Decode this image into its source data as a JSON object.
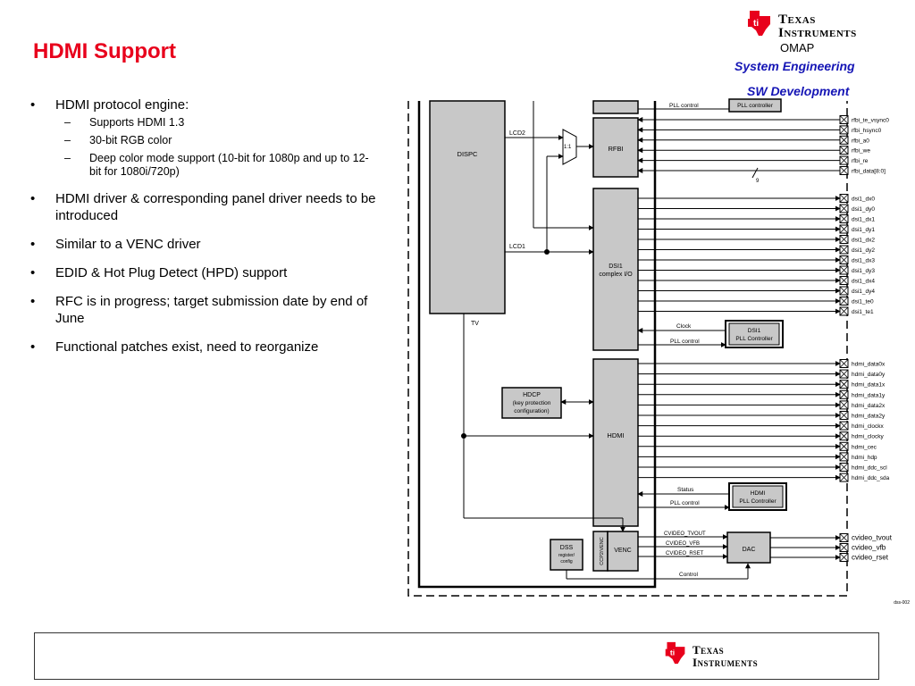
{
  "slide": {
    "title": "HDMI Support",
    "brand": {
      "line1": "Texas",
      "line2": "Instruments",
      "product": "OMAP"
    },
    "tagline1": "System Engineering",
    "tagline2": "SW Development",
    "bullets": [
      {
        "text": "HDMI protocol engine:",
        "sub": [
          "Supports HDMI 1.3",
          "30-bit RGB color",
          "Deep color mode support (10-bit for 1080p and up to 12-bit for 1080i/720p)"
        ]
      },
      {
        "text": "HDMI driver & corresponding panel driver needs to be introduced"
      },
      {
        "text": "Similar to a VENC driver"
      },
      {
        "text": "EDID  & Hot Plug Detect (HPD) support"
      },
      {
        "text": "RFC is in progress; target submission date by end of June"
      },
      {
        "text": "Functional patches exist, need to reorganize"
      }
    ],
    "footer_brand": {
      "line1": "Texas",
      "line2": "Instruments"
    }
  },
  "diagram": {
    "blocks": {
      "dispc": "DISPC",
      "rfbi": "RFBI",
      "dsi": [
        "DSI1",
        "complex I/O"
      ],
      "hdmi": "HDMI",
      "hdcp": [
        "HDCP",
        "(key protection",
        "configuration)"
      ],
      "venc": "VENC",
      "vdac_label": "CCP2/VENC",
      "dss": [
        "DSS",
        "register/",
        "config"
      ],
      "dac": "DAC",
      "pll_top": "PLL controller",
      "dsi_pll": [
        "DSI1",
        "PLL Controller"
      ],
      "hdmi_pll": [
        "HDMI",
        "PLL Controller"
      ],
      "mux": "1:1"
    },
    "labels": {
      "lcd2": "LCD2",
      "lcd1": "LCD1",
      "tv": "TV",
      "pll_control": "PLL control",
      "clock": "Clock",
      "status": "Status",
      "control": "Control",
      "bus9": "9",
      "cv_tvout": "CVIDEO_TVOUT",
      "cv_vfb": "CVIDEO_VFB",
      "cv_rset": "CVIDEO_RSET",
      "figure_id": "dss-002"
    },
    "pins": {
      "rfbi": [
        "rfbi_te_vsync0",
        "rfbi_hsync0",
        "rfbi_a0",
        "rfbi_we",
        "rfbi_re",
        "rfbi_data[8:0]"
      ],
      "dsi": [
        "dsi1_dx0",
        "dsi1_dy0",
        "dsi1_dx1",
        "dsi1_dy1",
        "dsi1_dx2",
        "dsi1_dy2",
        "dsi1_dx3",
        "dsi1_dy3",
        "dsi1_dx4",
        "dsi1_dy4",
        "dsi1_te0",
        "dsi1_te1"
      ],
      "hdmi": [
        "hdmi_data0x",
        "hdmi_data0y",
        "hdmi_data1x",
        "hdmi_data1y",
        "hdmi_data2x",
        "hdmi_data2y",
        "hdmi_clockx",
        "hdmi_clocky",
        "hdmi_cec",
        "hdmi_hdp",
        "hdmi_ddc_scl",
        "hdmi_ddc_sda"
      ],
      "cvideo": [
        "cvideo_tvout",
        "cvideo_vfb",
        "cvideo_rset"
      ]
    }
  }
}
